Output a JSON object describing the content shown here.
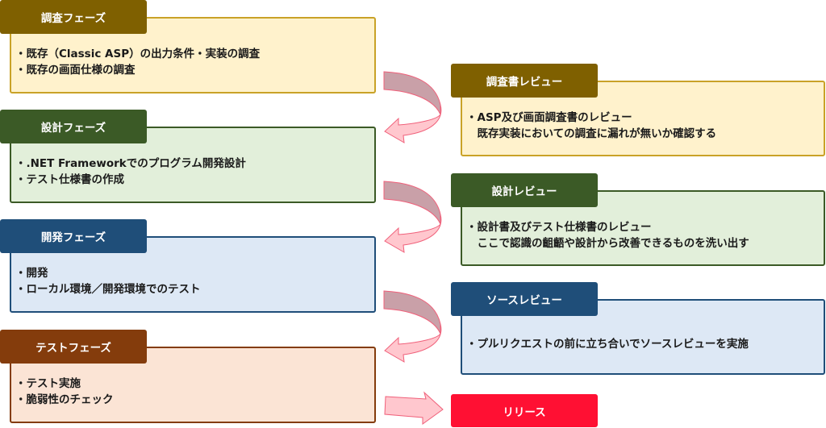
{
  "phases": [
    {
      "title": "調査フェーズ",
      "items": [
        "・既存（Classic ASP）の出力条件・実装の調査",
        "・既存の画面仕様の調査"
      ]
    },
    {
      "title": "設計フェーズ",
      "items": [
        "・.NET Frameworkでのプログラム開発設計",
        "・テスト仕様書の作成"
      ]
    },
    {
      "title": "開発フェーズ",
      "items": [
        "・開発",
        "・ローカル環境／開発環境でのテスト"
      ]
    },
    {
      "title": "テストフェーズ",
      "items": [
        "・テスト実施",
        "・脆弱性のチェック"
      ]
    }
  ],
  "reviews": [
    {
      "title": "調査書レビュー",
      "items": [
        "・ASP及び画面調査書のレビュー",
        "　既存実装においての調査に漏れが無いか確認する"
      ]
    },
    {
      "title": "設計レビュー",
      "items": [
        "・設計書及びテスト仕様書のレビュー",
        "　ここで認識の齟齬や設計から改善できるものを洗い出す"
      ]
    },
    {
      "title": "ソースレビュー",
      "items": [
        "・プルリクエストの前に立ち合いでソースレビューを実施"
      ]
    }
  ],
  "release": {
    "title": "リリース"
  },
  "colors": {
    "survey": "#7f6000",
    "design": "#3b5a26",
    "dev": "#1f4e79",
    "test": "#843c0c",
    "release": "#ff1033",
    "arrow_fill": "#ffc7ce",
    "arrow_shade": "#c9a0a8",
    "arrow_stroke": "#f0607a"
  }
}
